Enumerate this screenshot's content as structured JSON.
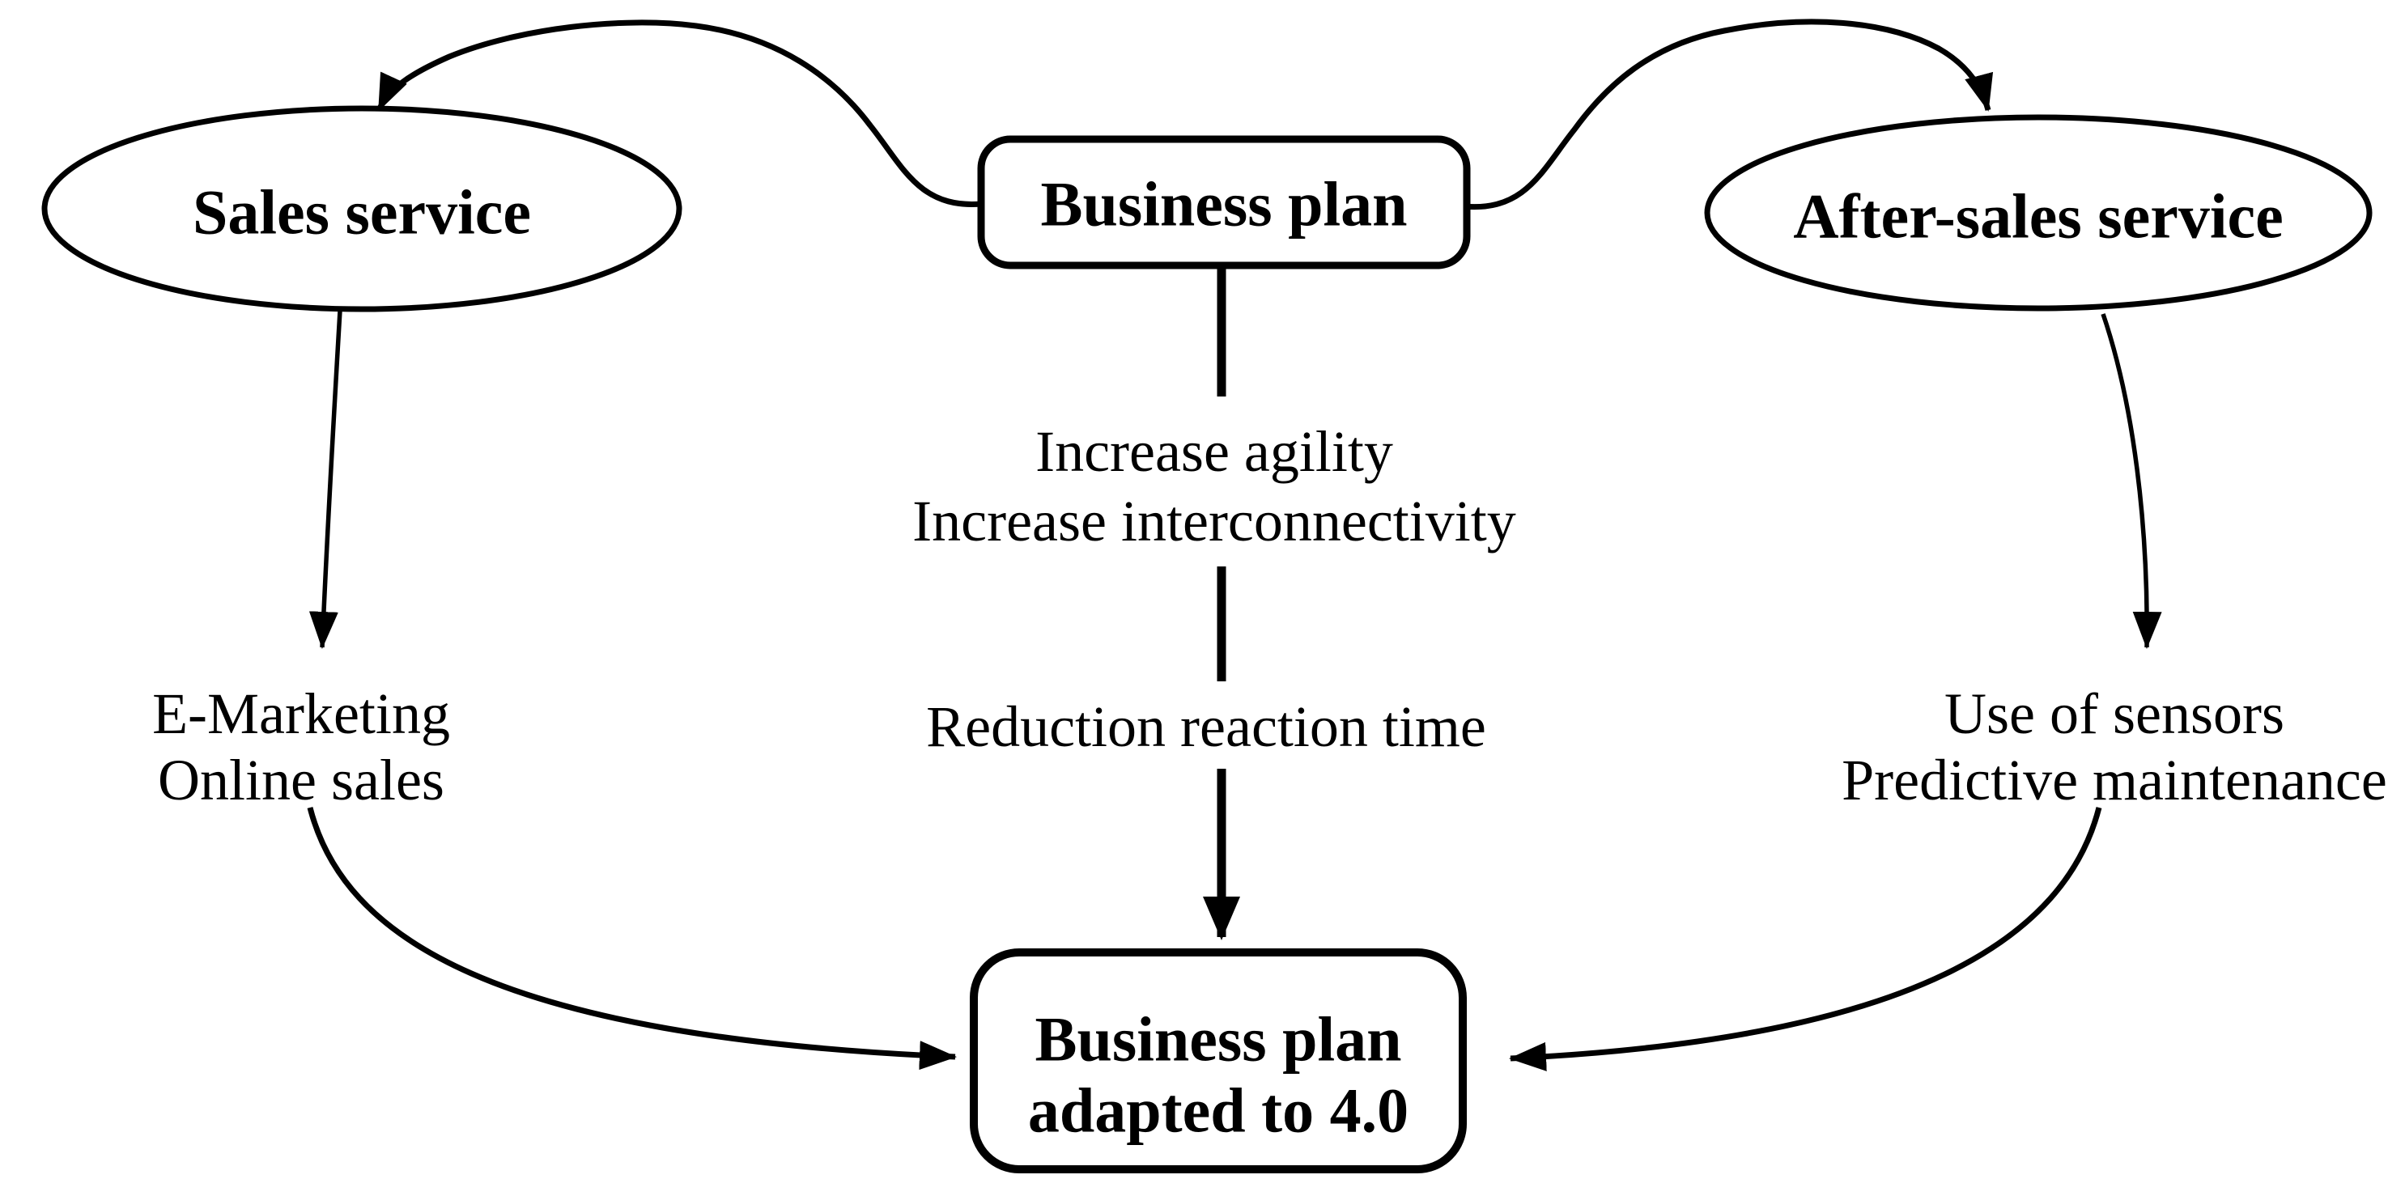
{
  "diagram": {
    "background_color": "#ffffff",
    "line_color": "#000000",
    "text_color": "#000000",
    "nodes": {
      "business_plan": {
        "label": "Business plan",
        "shape": "rounded-rectangle"
      },
      "sales_service": {
        "label": "Sales service",
        "shape": "ellipse"
      },
      "after_sales_service": {
        "label": "After-sales service",
        "shape": "ellipse"
      },
      "business_plan_adapted": {
        "shape": "rounded-rectangle",
        "lines": [
          "Business plan",
          "adapted to 4.0"
        ]
      }
    },
    "annotations": {
      "business_plan_effects": {
        "lines": [
          "Increase agility",
          "Increase interconnectivity"
        ]
      },
      "reaction_time": {
        "lines": [
          "Reduction reaction time"
        ]
      },
      "sales_digital_tools": {
        "lines": [
          "E-Marketing",
          "Online sales"
        ]
      },
      "after_sales_digital_tools": {
        "lines": [
          "Use of sensors",
          "Predictive maintenance"
        ]
      }
    },
    "edges": [
      {
        "from": "business_plan",
        "to": "sales_service",
        "style": "curved",
        "arrow": "end"
      },
      {
        "from": "business_plan",
        "to": "after_sales_service",
        "style": "curved",
        "arrow": "end"
      },
      {
        "from": "sales_service",
        "to": "sales_digital_tools",
        "style": "straight",
        "arrow": "end"
      },
      {
        "from": "after_sales_service",
        "to": "after_sales_digital_tools",
        "style": "straight",
        "arrow": "end"
      },
      {
        "from": "business_plan",
        "to": "business_plan_adapted",
        "style": "thick-straight",
        "arrow": "end",
        "passes_labels": [
          "business_plan_effects",
          "reaction_time"
        ]
      },
      {
        "from": "sales_digital_tools",
        "to": "business_plan_adapted",
        "style": "curved",
        "arrow": "end"
      },
      {
        "from": "after_sales_digital_tools",
        "to": "business_plan_adapted",
        "style": "curved",
        "arrow": "end"
      }
    ]
  }
}
